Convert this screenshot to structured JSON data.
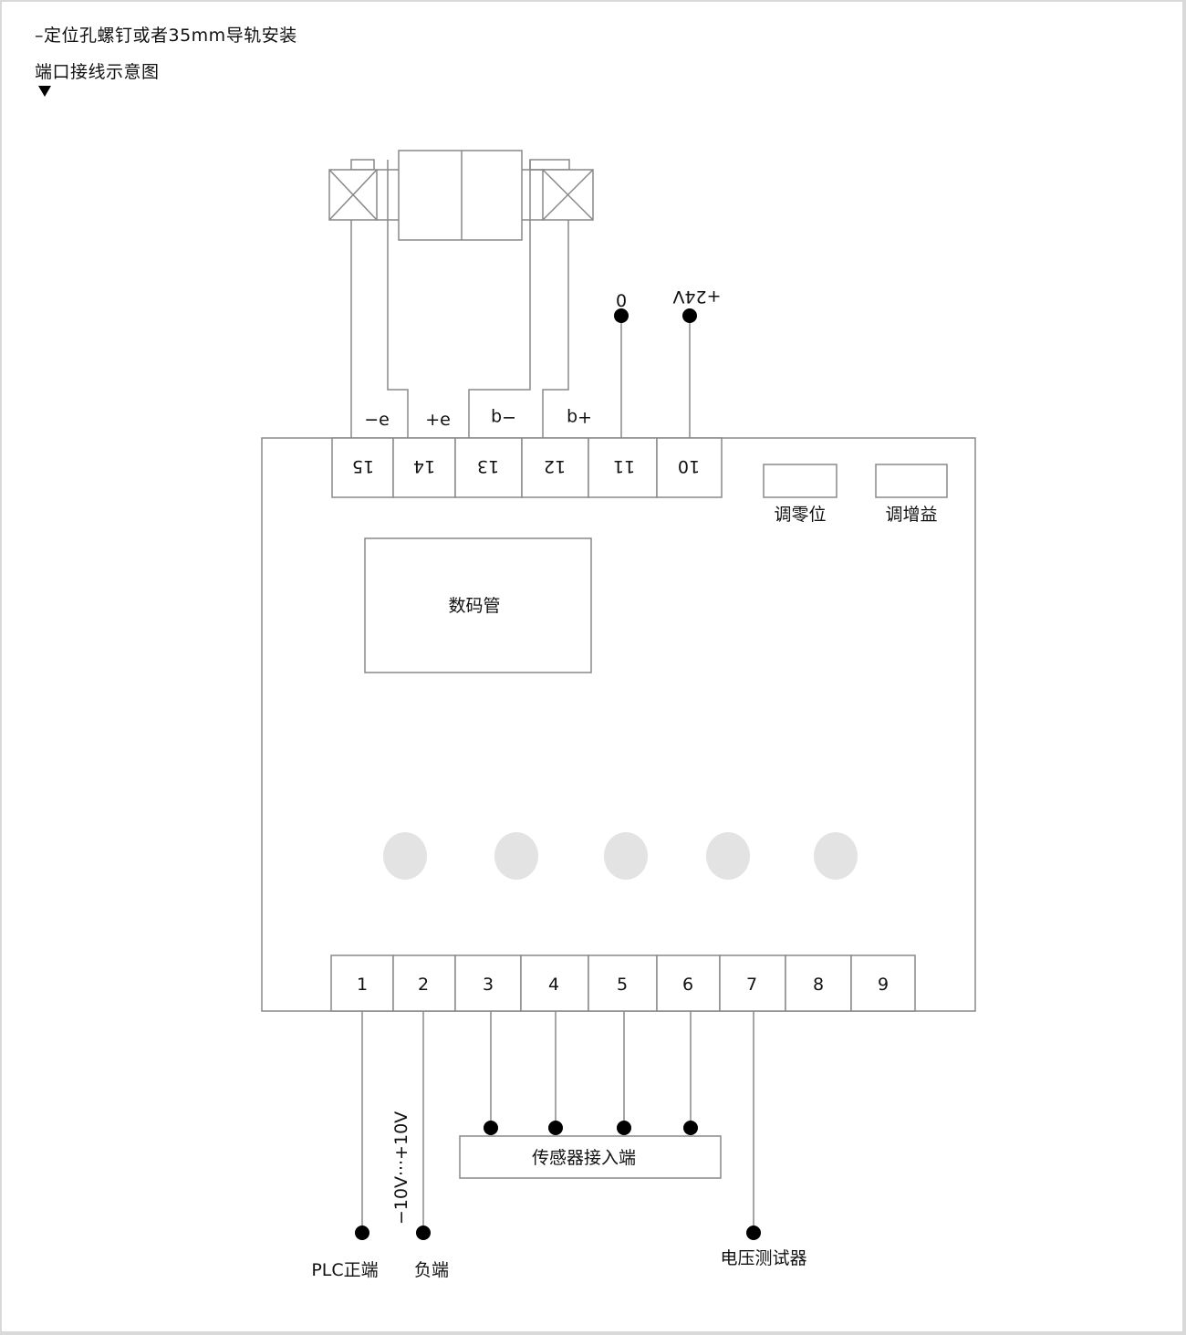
{
  "header": {
    "mounting_note": "–定位孔螺钉或者35mm导轨安装",
    "diagram_title": "端口接线示意图",
    "pointer_icon": "triangle-down-icon"
  },
  "top_terminals": [
    {
      "number": "15",
      "signal": "−e"
    },
    {
      "number": "14",
      "signal": "+e"
    },
    {
      "number": "13",
      "signal": "−q"
    },
    {
      "number": "12",
      "signal": "+q"
    },
    {
      "number": "11",
      "signal": "0"
    },
    {
      "number": "10",
      "signal": "+24V"
    }
  ],
  "adjusters": [
    {
      "label": "调零位"
    },
    {
      "label": "调增益"
    }
  ],
  "display": {
    "label": "数码管"
  },
  "indicator_count": 5,
  "bottom_terminals": [
    "1",
    "2",
    "3",
    "4",
    "5",
    "6",
    "7",
    "8",
    "9"
  ],
  "outputs": {
    "plc_positive": "PLC正端",
    "negative": "负端",
    "range": "−10V···+10V",
    "sensor_input": "传感器接入端",
    "voltage_tester": "电压测试器"
  },
  "colors": {
    "line": "#888888",
    "indicator": "#e3e3e3",
    "dot": "#000000"
  }
}
